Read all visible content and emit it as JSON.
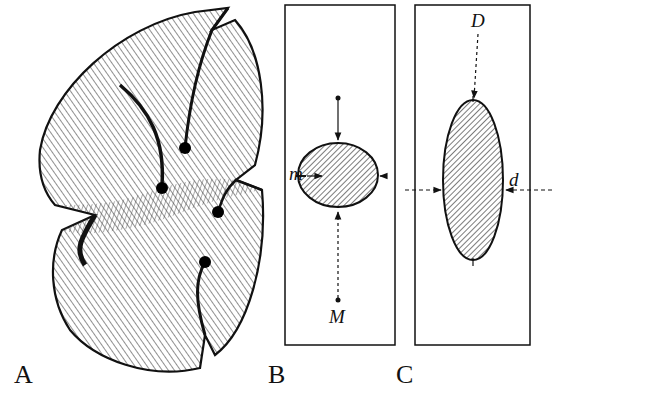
{
  "diagram": {
    "labels": [
      "A",
      "B",
      "C",
      "m",
      "M",
      "D",
      "d"
    ]
  }
}
